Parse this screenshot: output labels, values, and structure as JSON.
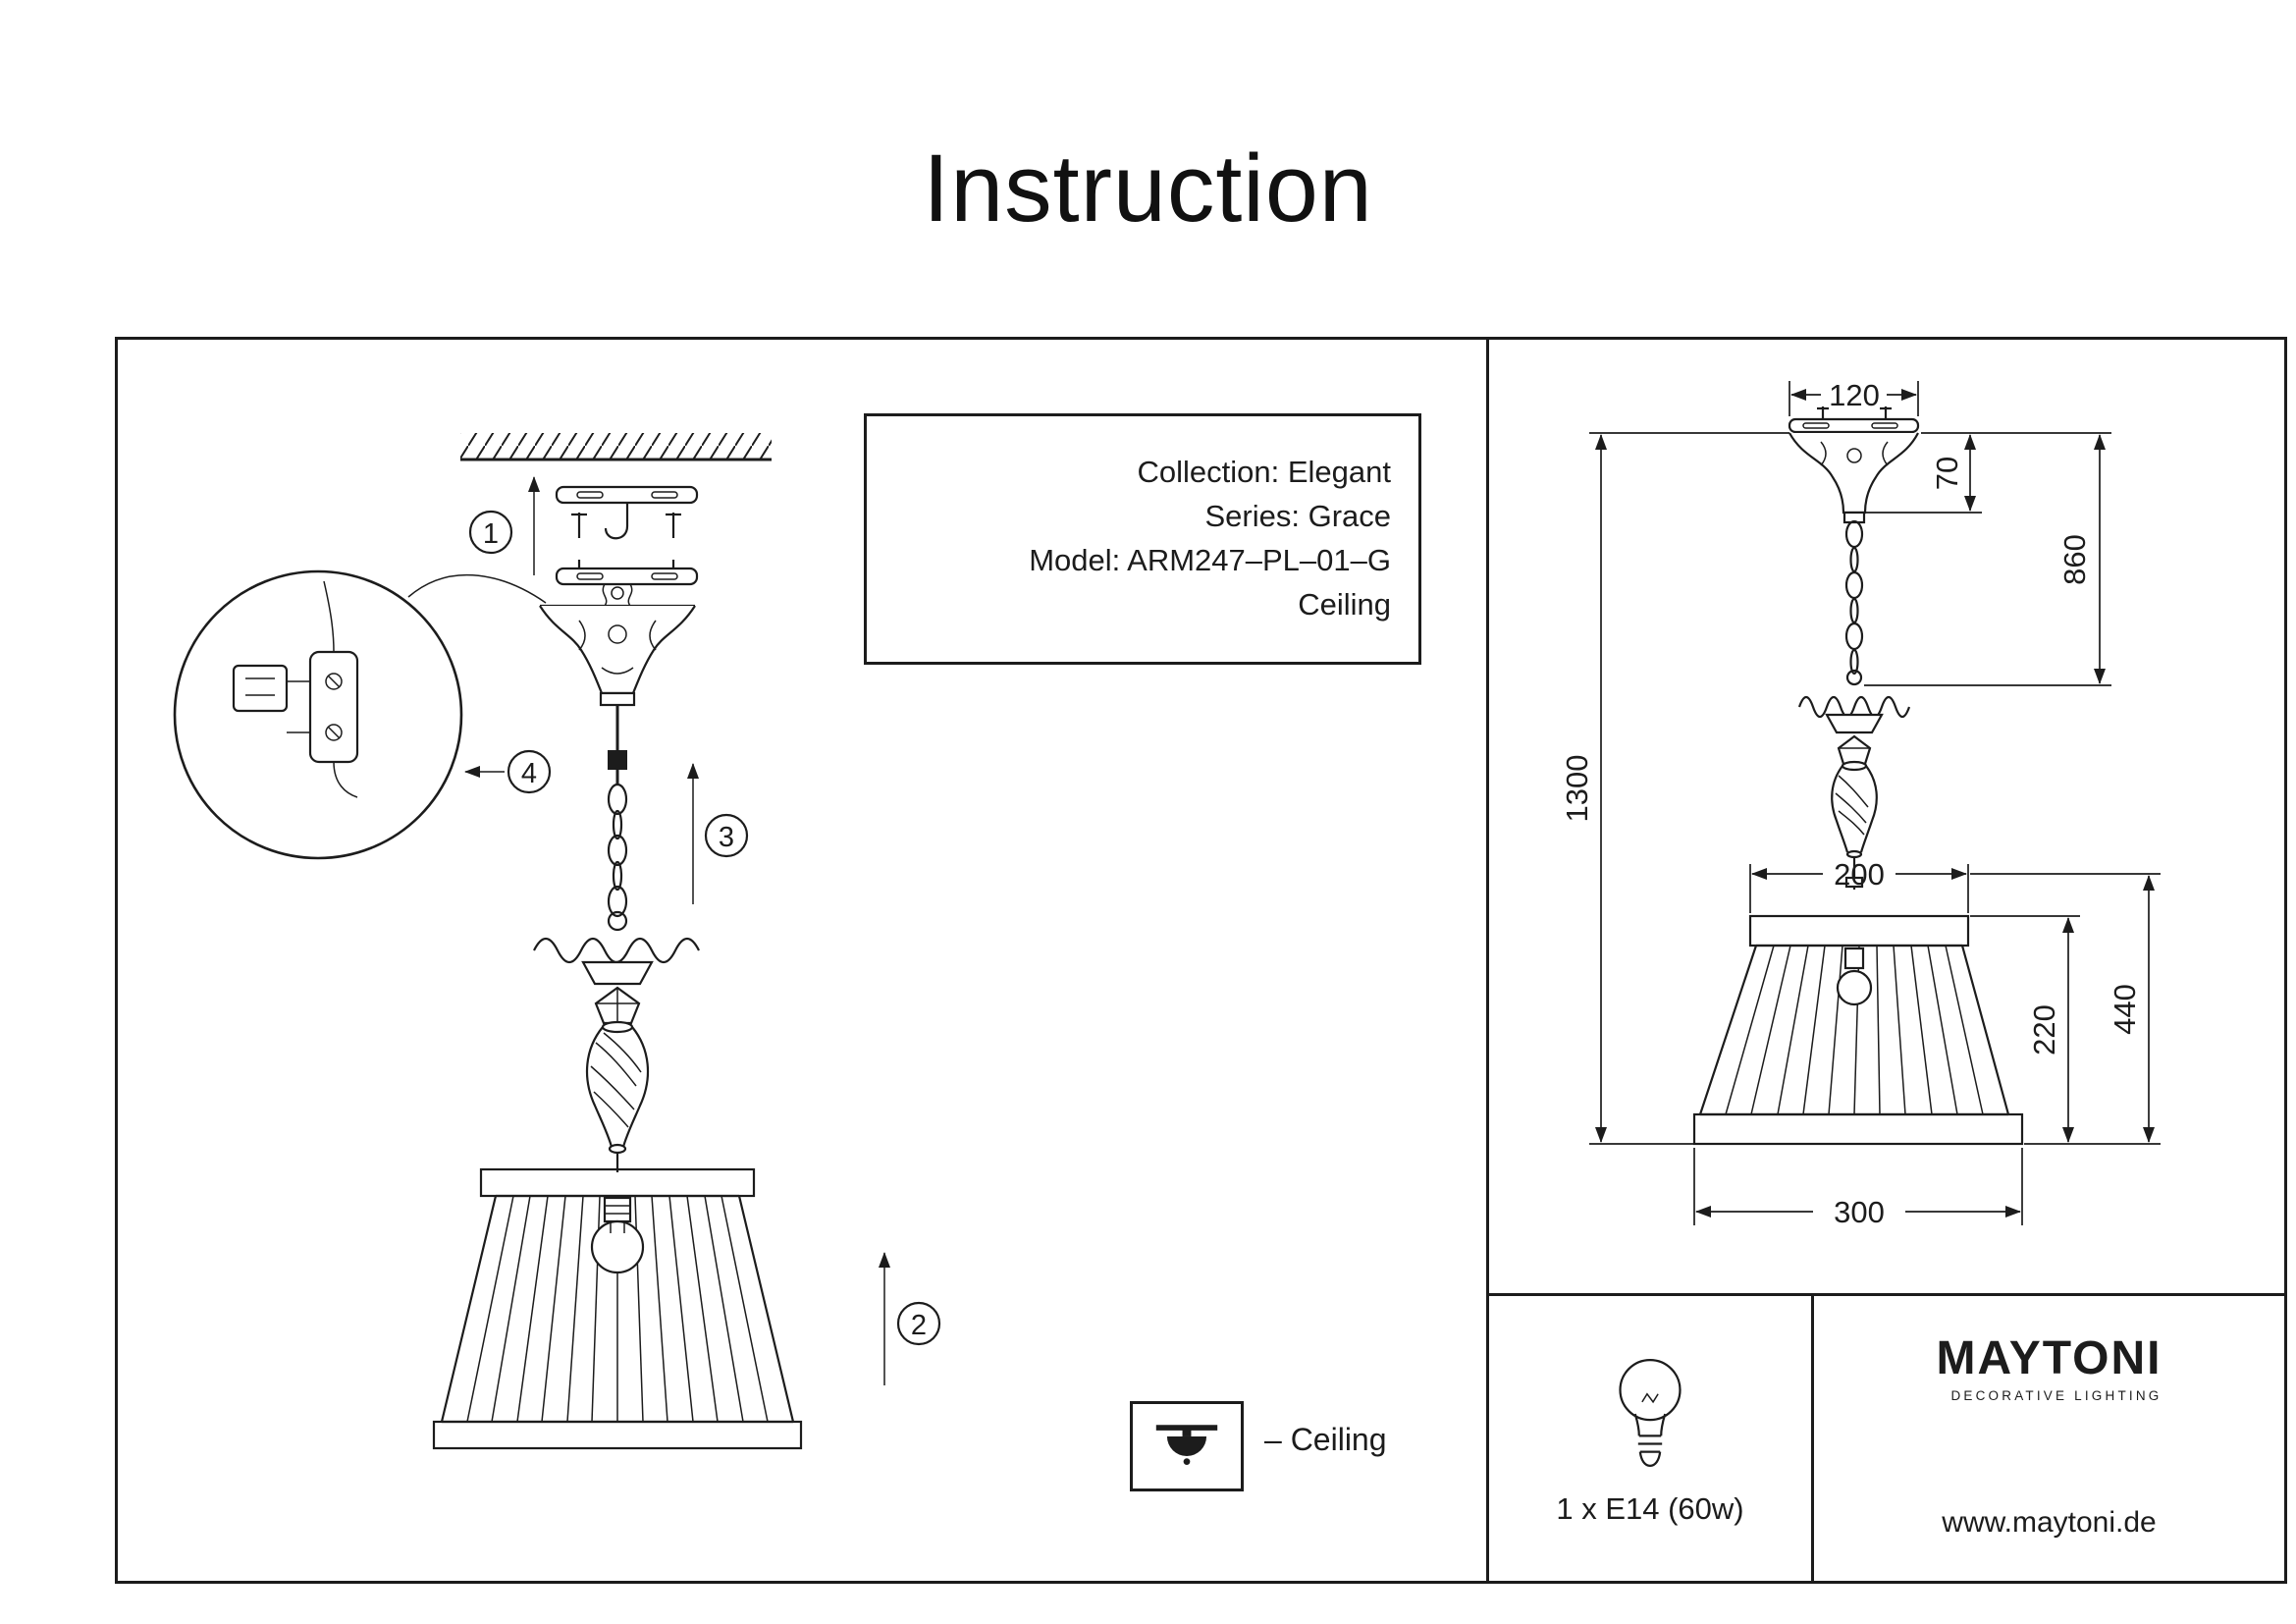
{
  "title": "Instruction",
  "info_box": {
    "collection": "Collection: Elegant",
    "series": "Series: Grace",
    "model": "Model: ARM247–PL–01–G",
    "mount": "Ceiling"
  },
  "callouts": {
    "step1": "1",
    "step2": "2",
    "step3": "3",
    "step4": "4"
  },
  "dimensions": {
    "canopy_width": "120",
    "canopy_height": "70",
    "suspension_height": "860",
    "total_height": "1300",
    "shade_top_width": "200",
    "shade_height": "220",
    "body_height": "440",
    "shade_bottom_width": "300"
  },
  "mount_type_label": "– Ceiling",
  "lamp_spec": "1 x E14 (60w)",
  "brand": {
    "name": "MAYTONI",
    "tagline": "DECORATIVE LIGHTING",
    "website": "www.maytoni.de"
  },
  "colors": {
    "ink": "#1c1c1c",
    "paper": "#ffffff"
  }
}
